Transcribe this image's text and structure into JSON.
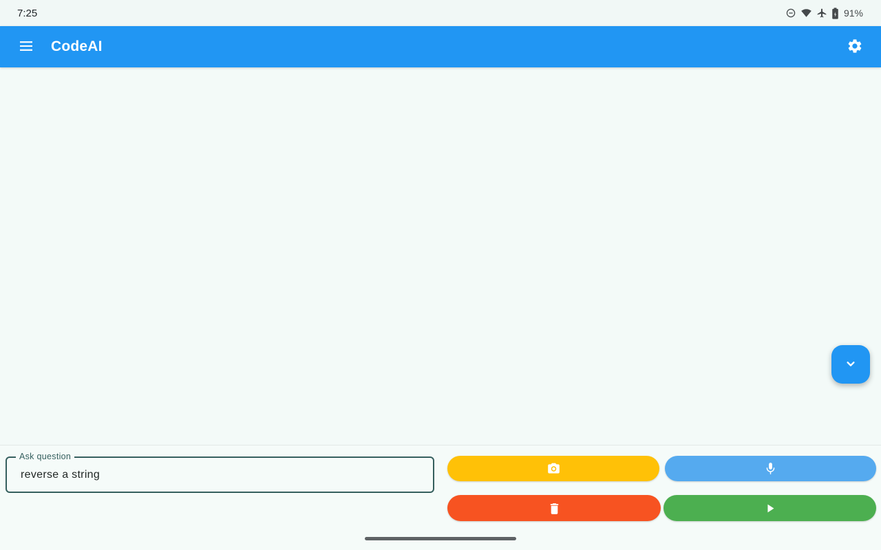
{
  "status_bar": {
    "time": "7:25",
    "battery_percent": "91%",
    "icons": [
      "do-not-disturb-icon",
      "wifi-icon",
      "airplane-mode-icon",
      "battery-charging-icon"
    ]
  },
  "app_bar": {
    "title": "CodeAI",
    "color": "#2196F3",
    "menu_icon": "hamburger-menu-icon",
    "settings_icon": "gear-icon"
  },
  "content": {
    "scroll_to_bottom_fab": {
      "icon": "chevron-down-icon",
      "color": "#2196F3"
    }
  },
  "input_panel": {
    "question_field": {
      "label": "Ask question",
      "value": "reverse a string",
      "border_color": "#355F5E"
    },
    "buttons": [
      {
        "name": "camera",
        "icon": "camera-icon",
        "color": "#FFC107"
      },
      {
        "name": "microphone",
        "icon": "microphone-icon",
        "color": "#55AAEF"
      },
      {
        "name": "delete",
        "icon": "trash-icon",
        "color": "#F75321"
      },
      {
        "name": "run",
        "icon": "play-icon",
        "color": "#4CAF50"
      }
    ]
  },
  "navigation": {
    "gesture_bar": "handle"
  }
}
